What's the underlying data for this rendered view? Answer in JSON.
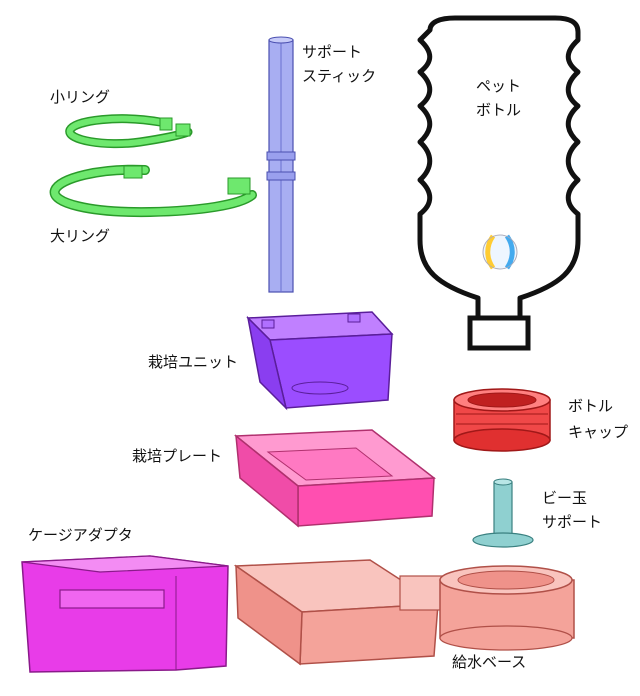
{
  "labels": {
    "small_ring": "小リング",
    "large_ring": "大リング",
    "support_stick": [
      "サポート",
      "スティック"
    ],
    "pet_bottle": [
      "ペット",
      "ボトル"
    ],
    "cultivation_unit": "栽培ユニット",
    "cultivation_plate": "栽培プレート",
    "bottle_cap": [
      "ボトル",
      "キャップ"
    ],
    "marble_support": [
      "ビー玉",
      "サポート"
    ],
    "cage_adapter": "ケージアダプタ",
    "water_base": "給水ベース"
  },
  "colors": {
    "ring": "#5fe05f",
    "stick": "#9aa0ee",
    "unit": "#9b4dff",
    "plate": "#ff4fb0",
    "cap": "#f03838",
    "marble_support": "#6fb8b8",
    "cage": "#e03ce0",
    "base": "#f4a39a",
    "marble": [
      "#ffcc33",
      "#44aaee"
    ]
  }
}
